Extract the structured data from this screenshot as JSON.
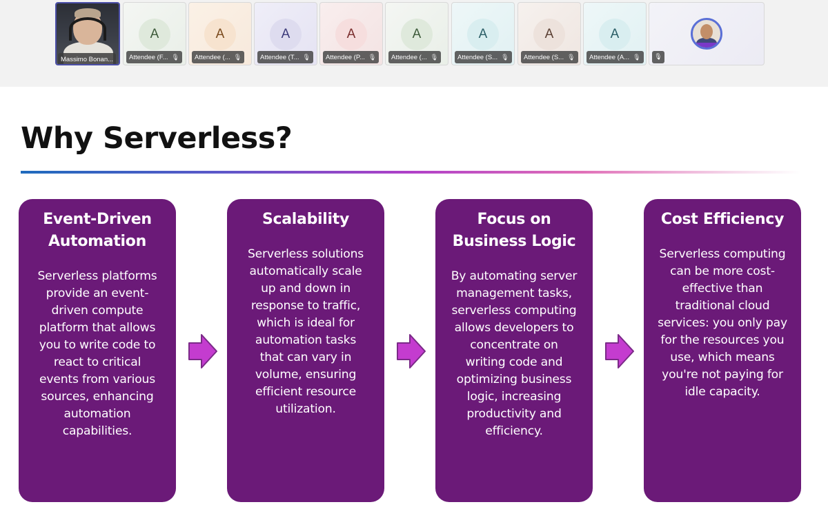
{
  "participants": {
    "presenter": {
      "name": "Massimo Bonan..."
    },
    "attendees": [
      {
        "initial": "A",
        "name": "Attendee (F...",
        "bg": "#dfe9dc",
        "fg": "#3d5a3a"
      },
      {
        "initial": "A",
        "name": "Attendee (...",
        "bg": "#f7e3cf",
        "fg": "#7a4a1d"
      },
      {
        "initial": "A",
        "name": "Attendee (T...",
        "bg": "#dedcef",
        "fg": "#3c3a7a"
      },
      {
        "initial": "A",
        "name": "Attendee (P...",
        "bg": "#f6dede",
        "fg": "#7a2d2d"
      },
      {
        "initial": "A",
        "name": "Attendee (...",
        "bg": "#dfe9dc",
        "fg": "#3d5a3a"
      },
      {
        "initial": "A",
        "name": "Attendee (S...",
        "bg": "#d9eef0",
        "fg": "#2a5e66"
      },
      {
        "initial": "A",
        "name": "Attendee (S...",
        "bg": "#ede2dc",
        "fg": "#5a3f33"
      },
      {
        "initial": "A",
        "name": "Attendee (A...",
        "bg": "#d9eef0",
        "fg": "#2a5e66"
      }
    ],
    "mic_icon": "mic-off-icon"
  },
  "slide": {
    "title": "Why Serverless?",
    "colors": {
      "card": "#6b1a78",
      "arrow": "#c43ccf",
      "arrow_outline": "#7b2a88"
    },
    "cards": [
      {
        "title_lines": [
          "Event-Driven",
          "Automation"
        ],
        "body_lines": [
          "Serverless platforms",
          "provide an event-",
          "driven compute",
          "platform that allows",
          "you to write code to",
          "react to critical",
          "events from various",
          "sources, enhancing",
          "automation",
          "capabilities."
        ]
      },
      {
        "title_lines": [
          "Scalability"
        ],
        "body_lines": [
          "Serverless solutions",
          "automatically scale",
          "up and down in",
          "response to traffic,",
          "which is ideal for",
          "automation tasks",
          "that can vary in",
          "volume, ensuring",
          "efficient resource",
          "utilization."
        ]
      },
      {
        "title_lines": [
          "Focus on",
          "Business Logic"
        ],
        "body_lines": [
          "By automating server",
          "management tasks,",
          "serverless computing",
          "allows developers to",
          "concentrate on",
          "writing code and",
          "optimizing business",
          "logic, increasing",
          "productivity and",
          "efficiency."
        ]
      },
      {
        "title_lines": [
          "Cost Efficiency"
        ],
        "body_lines": [
          "Serverless computing",
          "can be more cost-",
          "effective than",
          "traditional cloud",
          "services: you only pay",
          "for the resources you",
          "use, which means",
          "you're not paying for",
          "idle capacity."
        ]
      }
    ]
  }
}
